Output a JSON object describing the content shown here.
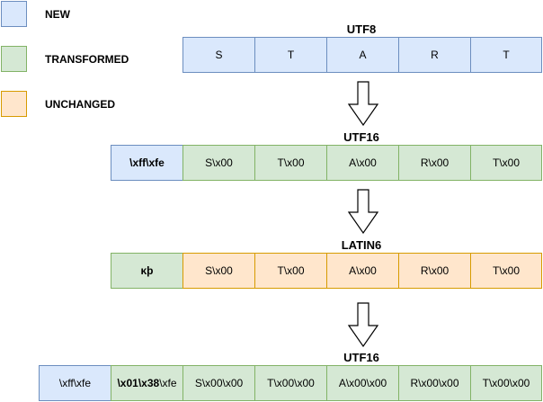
{
  "legend": {
    "new": "NEW",
    "transformed": "TRANSFORMED",
    "unchanged": "UNCHANGED"
  },
  "colors": {
    "new_fill": "#dae8fc",
    "new_stroke": "#6c8ebf",
    "transformed_fill": "#d5e8d4",
    "transformed_stroke": "#82b366",
    "unchanged_fill": "#ffe6cc",
    "unchanged_stroke": "#d79b00"
  },
  "sections": [
    {
      "title": "UTF8",
      "cells": [
        "S",
        "T",
        "A",
        "R",
        "T"
      ]
    },
    {
      "title": "UTF16",
      "bom": "\\xff\\xfe",
      "cells": [
        "S\\x00",
        "T\\x00",
        "A\\x00",
        "R\\x00",
        "T\\x00"
      ]
    },
    {
      "title": "LATIN6",
      "bom": "κþ",
      "cells": [
        "S\\x00",
        "T\\x00",
        "A\\x00",
        "R\\x00",
        "T\\x00"
      ]
    },
    {
      "title": "UTF16",
      "bom": "\\xff\\xfe",
      "bom2_part1": "\\x01\\x38",
      "bom2_part2": "\\xfe",
      "cells": [
        "S\\x00\\x00",
        "T\\x00\\x00",
        "A\\x00\\x00",
        "R\\x00\\x00",
        "T\\x00\\x00"
      ]
    }
  ]
}
